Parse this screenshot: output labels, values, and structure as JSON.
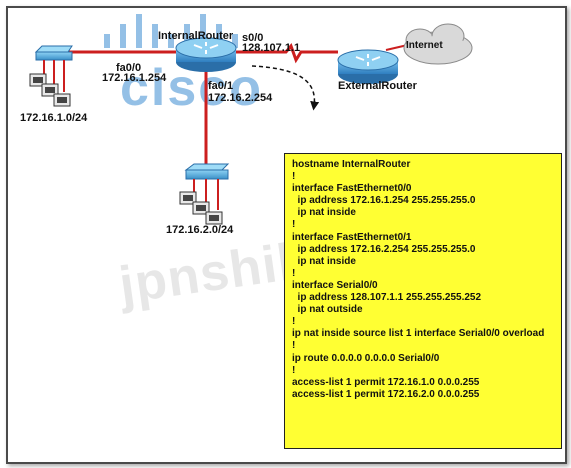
{
  "logo": {
    "text": "cisco"
  },
  "watermark": {
    "text": "jpnshiken.com"
  },
  "devices": {
    "internal_router": "InternalRouter",
    "external_router": "ExternalRouter",
    "internet": "Internet"
  },
  "interfaces": {
    "s0_0": {
      "name": "s0/0",
      "ip": "128.107.1.1"
    },
    "fa0_0": {
      "name": "fa0/0",
      "ip": "172.16.1.254"
    },
    "fa0_1": {
      "name": "fa0/1",
      "ip": "172.16.2.254"
    }
  },
  "networks": {
    "lan1": "172.16.1.0/24",
    "lan2": "172.16.2.0/24"
  },
  "config": {
    "lines": [
      "hostname InternalRouter",
      "!",
      "interface FastEthernet0/0",
      "  ip address 172.16.1.254 255.255.255.0",
      "  ip nat inside",
      "!",
      "interface FastEthernet0/1",
      "  ip address 172.16.2.254 255.255.255.0",
      "  ip nat inside",
      "!",
      "interface Serial0/0",
      "  ip address 128.107.1.1 255.255.255.252",
      "  ip nat outside",
      "!",
      "ip nat inside source list 1 interface Serial0/0 overload",
      "!",
      "ip route 0.0.0.0 0.0.0.0 Serial0/0",
      "!",
      "access-list 1 permit 172.16.1.0 0.0.0.255",
      "access-list 1 permit 172.16.2.0 0.0.0.255"
    ]
  },
  "colors": {
    "link": "#cc1f1f",
    "router": "#3a8fd0",
    "cloud": "#d9d9d9",
    "config_bg": "#ffff33",
    "logo": "#3c8cd2"
  }
}
